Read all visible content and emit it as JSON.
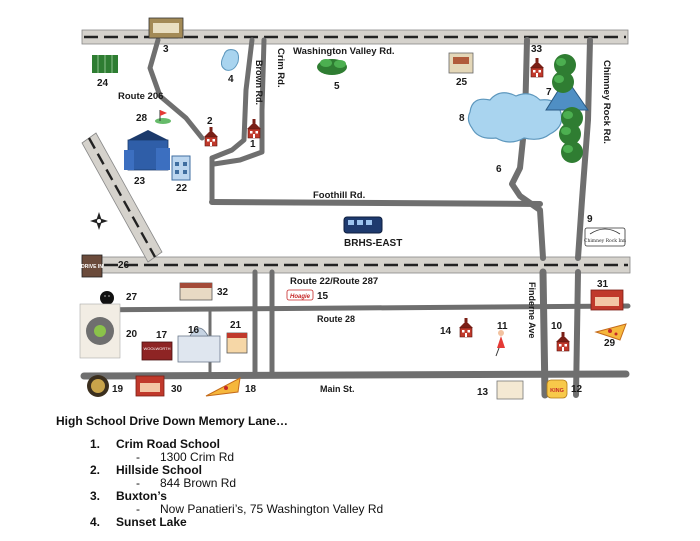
{
  "roads": {
    "washington": "Washington Valley Rd.",
    "crim": "Crim Rd.",
    "brown": "Brown Rd.",
    "route206": "Route 206",
    "foothill": "Foothill Rd.",
    "route22": "Route 22/Route 287",
    "route28": "Route 28",
    "main": "Main St.",
    "finderne": "Finderne Ave",
    "chimney": "Chimney Rock Rd."
  },
  "school": {
    "label": "BRHS-EAST"
  },
  "signs": {
    "drive_in": "DRIVE IN",
    "hoagie": "Hoagie",
    "chimney_inn": "Chimney Rock Inn",
    "burger": "KING",
    "woolworth": "WOOLWORTH"
  },
  "markers": {
    "m1": "1",
    "m2": "2",
    "m3": "3",
    "m4": "4",
    "m5": "5",
    "m6": "6",
    "m7": "7",
    "m8": "8",
    "m9": "9",
    "m10": "10",
    "m11": "11",
    "m12": "12",
    "m13": "13",
    "m14": "14",
    "m15": "15",
    "m16": "16",
    "m17": "17",
    "m18": "18",
    "m19": "19",
    "m20": "20",
    "m21": "21",
    "m22": "22",
    "m23": "23",
    "m24": "24",
    "m25": "25",
    "m26": "26",
    "m27": "27",
    "m28": "28",
    "m29": "29",
    "m30": "30",
    "m31": "31",
    "m32": "32",
    "m33": "33"
  },
  "legend": {
    "title": "High School Drive Down Memory Lane…",
    "items": [
      {
        "number": "1.",
        "name": "Crim Road School",
        "detail": "1300 Crim Rd"
      },
      {
        "number": "2.",
        "name": "Hillside School",
        "detail": "844 Brown Rd"
      },
      {
        "number": "3.",
        "name": "Buxton’s",
        "detail": "Now Panatieri’s, 75 Washington Valley Rd"
      },
      {
        "number": "4.",
        "name": "Sunset Lake",
        "detail": ""
      }
    ]
  },
  "colors": {
    "road": "#6f6f6f",
    "highway": "#d5d2cc",
    "dash": "#222222",
    "water": "#a9d4ef",
    "tree": "#2f7d32",
    "school": "#c0392b"
  }
}
